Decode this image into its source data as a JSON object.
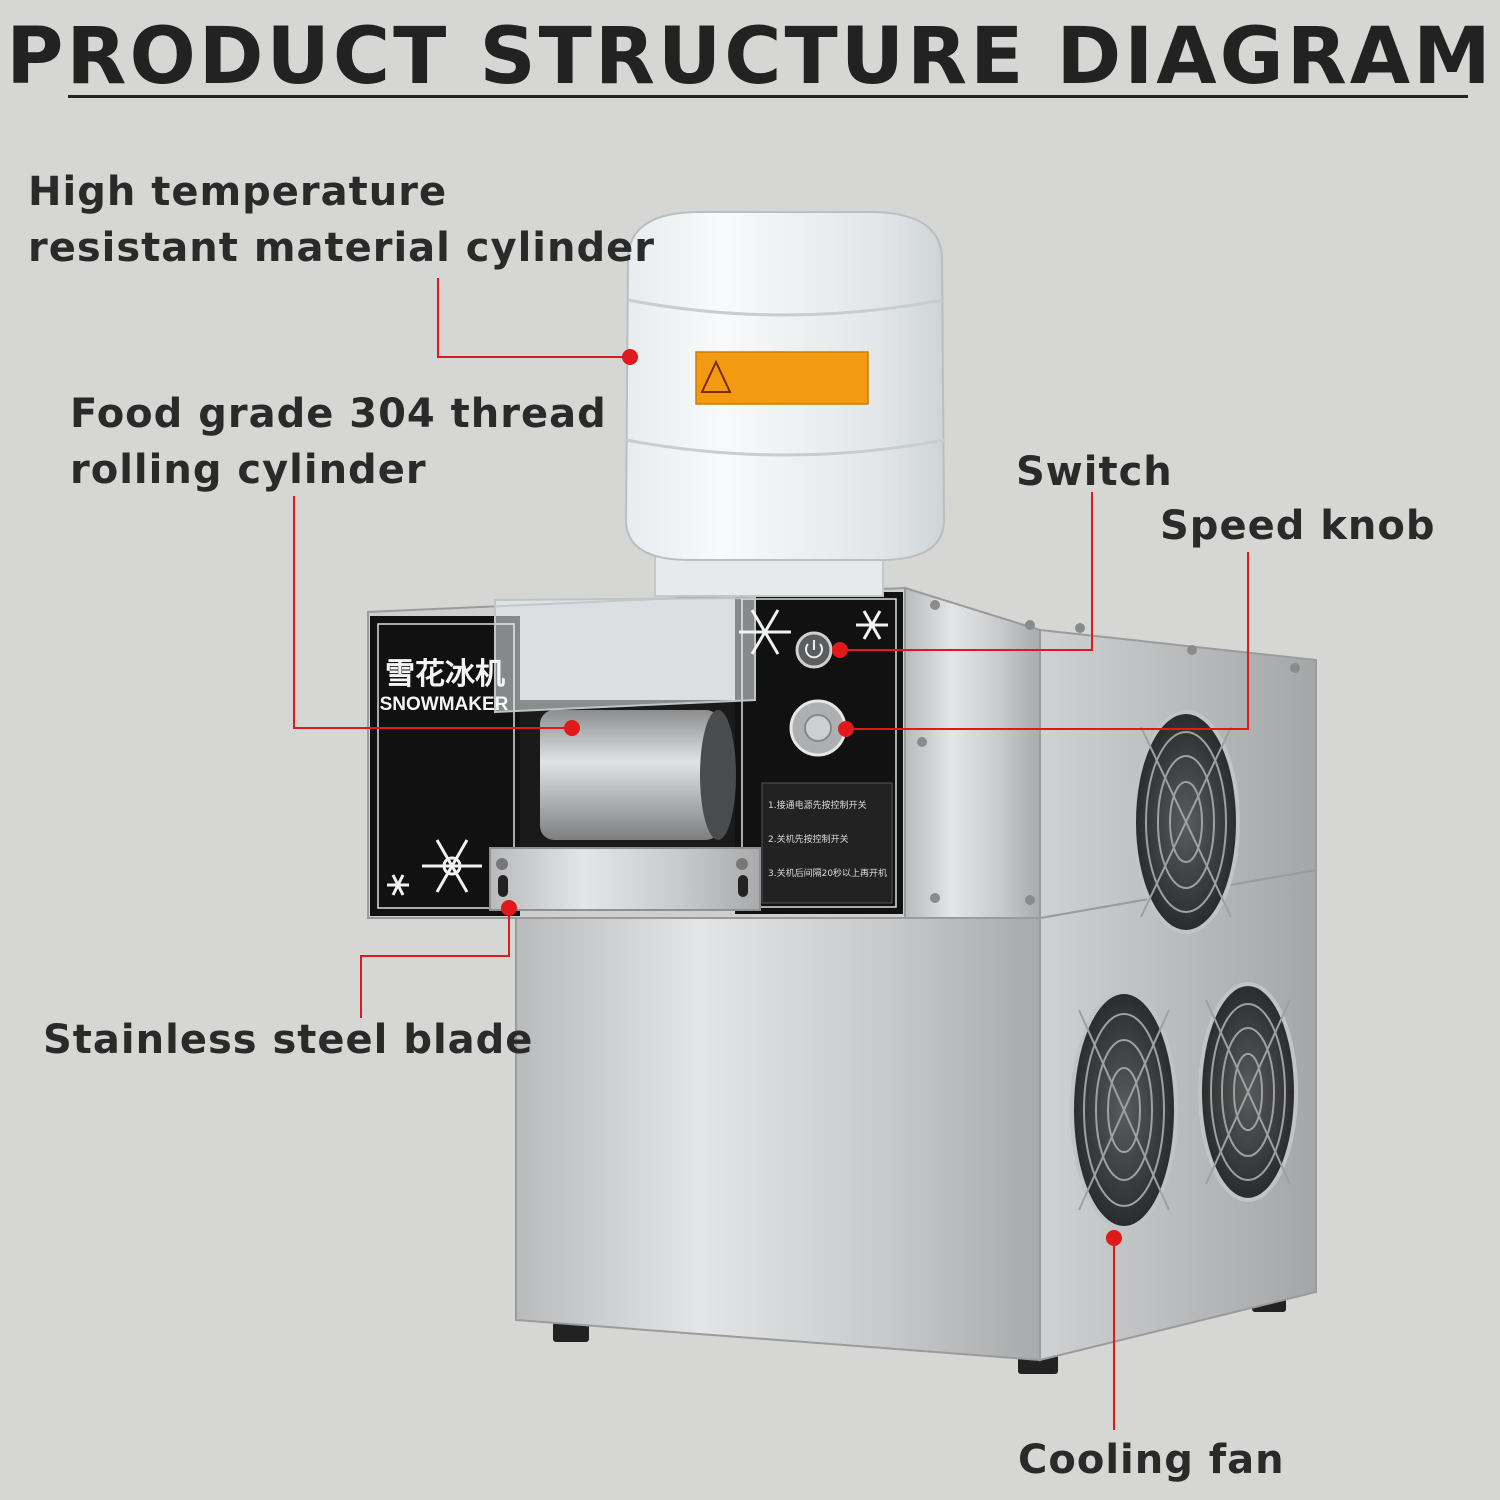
{
  "title": "PRODUCT STRUCTURE DIAGRAM",
  "colors": {
    "background": "#d6d6d4",
    "leader": "#e0191b",
    "text": "#2a2a2a"
  },
  "callouts": {
    "cylinder": {
      "line1": "High temperature",
      "line2": "resistant material cylinder"
    },
    "rolling": {
      "line1": "Food grade 304 thread",
      "line2": "rolling cylinder"
    },
    "switch": "Switch",
    "speed": "Speed knob",
    "blade": "Stainless steel blade",
    "fan": "Cooling fan"
  },
  "machine": {
    "brand_cn": "雪花冰机",
    "brand_en": "SNOWMAKER",
    "instructions": [
      "1.接通电源先按控制开关",
      "2.关机先按控制开关",
      "3.关机后间隔20秒以上再开机"
    ]
  }
}
